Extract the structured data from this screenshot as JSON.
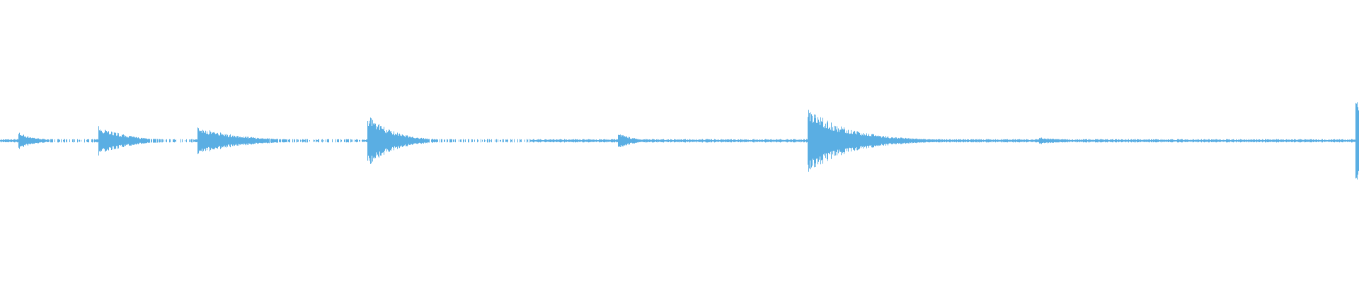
{
  "waveform": {
    "color": "#5aaee3",
    "background": "#ffffff",
    "peaks": [
      {
        "t": 0.014,
        "amp": 0.03,
        "decay": 0.012
      },
      {
        "t": 0.073,
        "amp": 0.055,
        "decay": 0.02
      },
      {
        "t": 0.146,
        "amp": 0.05,
        "decay": 0.03
      },
      {
        "t": 0.271,
        "amp": 0.095,
        "decay": 0.018
      },
      {
        "t": 0.455,
        "amp": 0.03,
        "decay": 0.01
      },
      {
        "t": 0.595,
        "amp": 0.115,
        "decay": 0.03
      },
      {
        "t": 0.63,
        "amp": 0.012,
        "decay": 0.01
      },
      {
        "t": 0.765,
        "amp": 0.012,
        "decay": 0.02
      },
      {
        "t": 0.998,
        "amp": 0.2,
        "decay": 0.003
      }
    ],
    "gaps": [
      [
        0.035,
        0.07
      ],
      [
        0.105,
        0.142
      ],
      [
        0.195,
        0.268
      ],
      [
        0.31,
        0.39
      ]
    ],
    "noise_level": 0.004
  }
}
